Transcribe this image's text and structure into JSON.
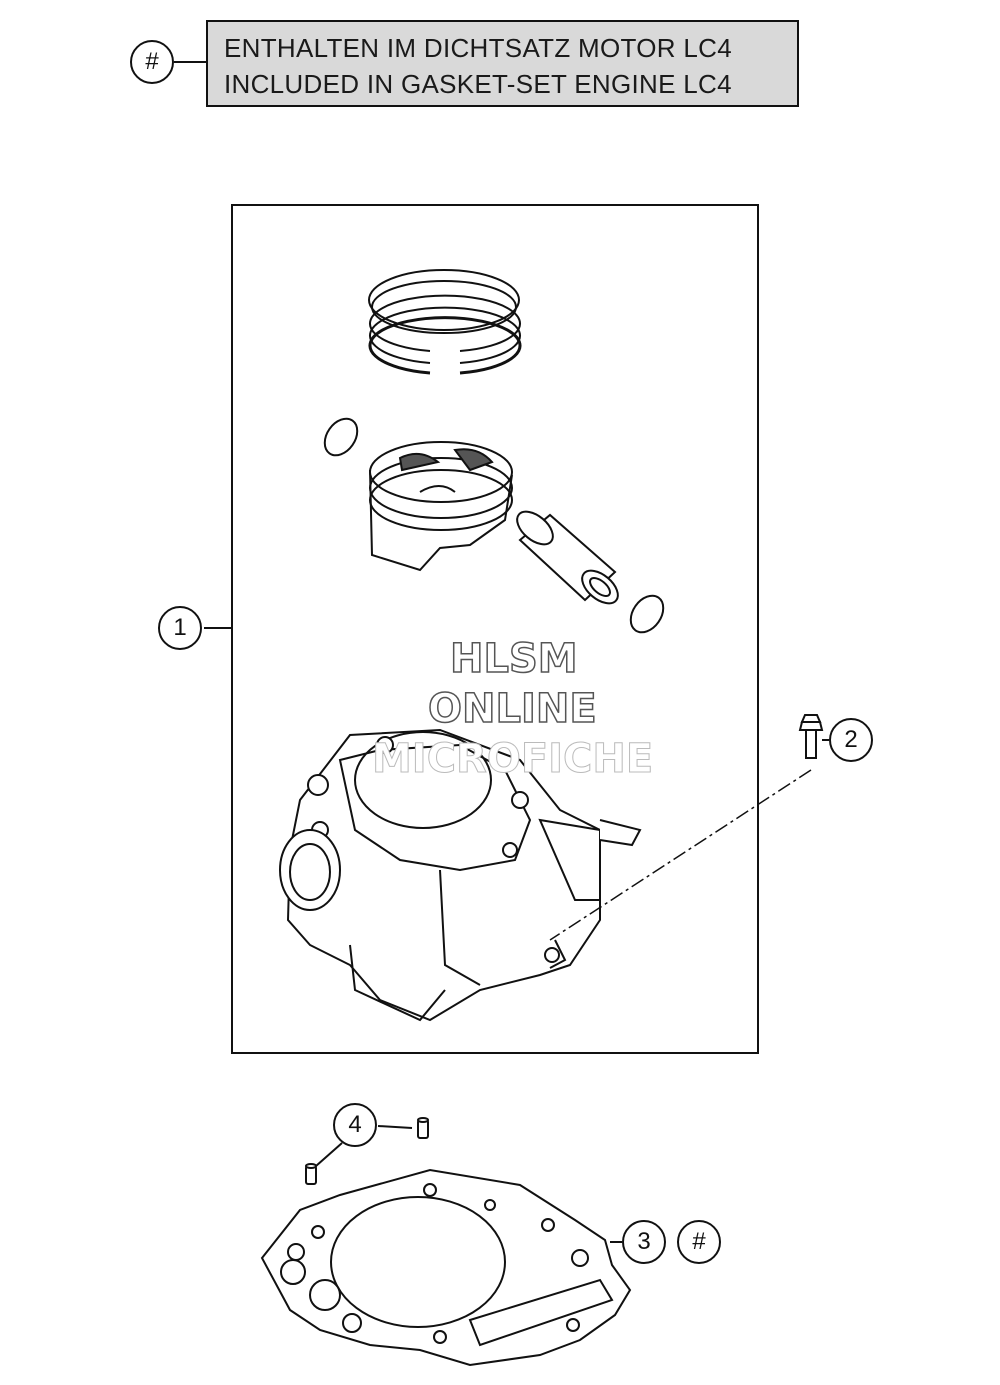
{
  "legend": {
    "marker": "#",
    "line_de": "ENTHALTEN IM DICHTSATZ MOTOR LC4",
    "line_en": "INCLUDED IN GASKET-SET ENGINE LC4"
  },
  "callouts": {
    "part_1": "1",
    "part_2": "2",
    "part_3": "3",
    "part_3_marker": "#",
    "part_4": "4"
  },
  "watermark": {
    "line1": "HLSM",
    "line2": "ONLINE",
    "line3": "MICROFICHE"
  },
  "colors": {
    "line": "#111111",
    "legend_fill": "#d9d9d9",
    "watermark_stroke": "#555555"
  }
}
